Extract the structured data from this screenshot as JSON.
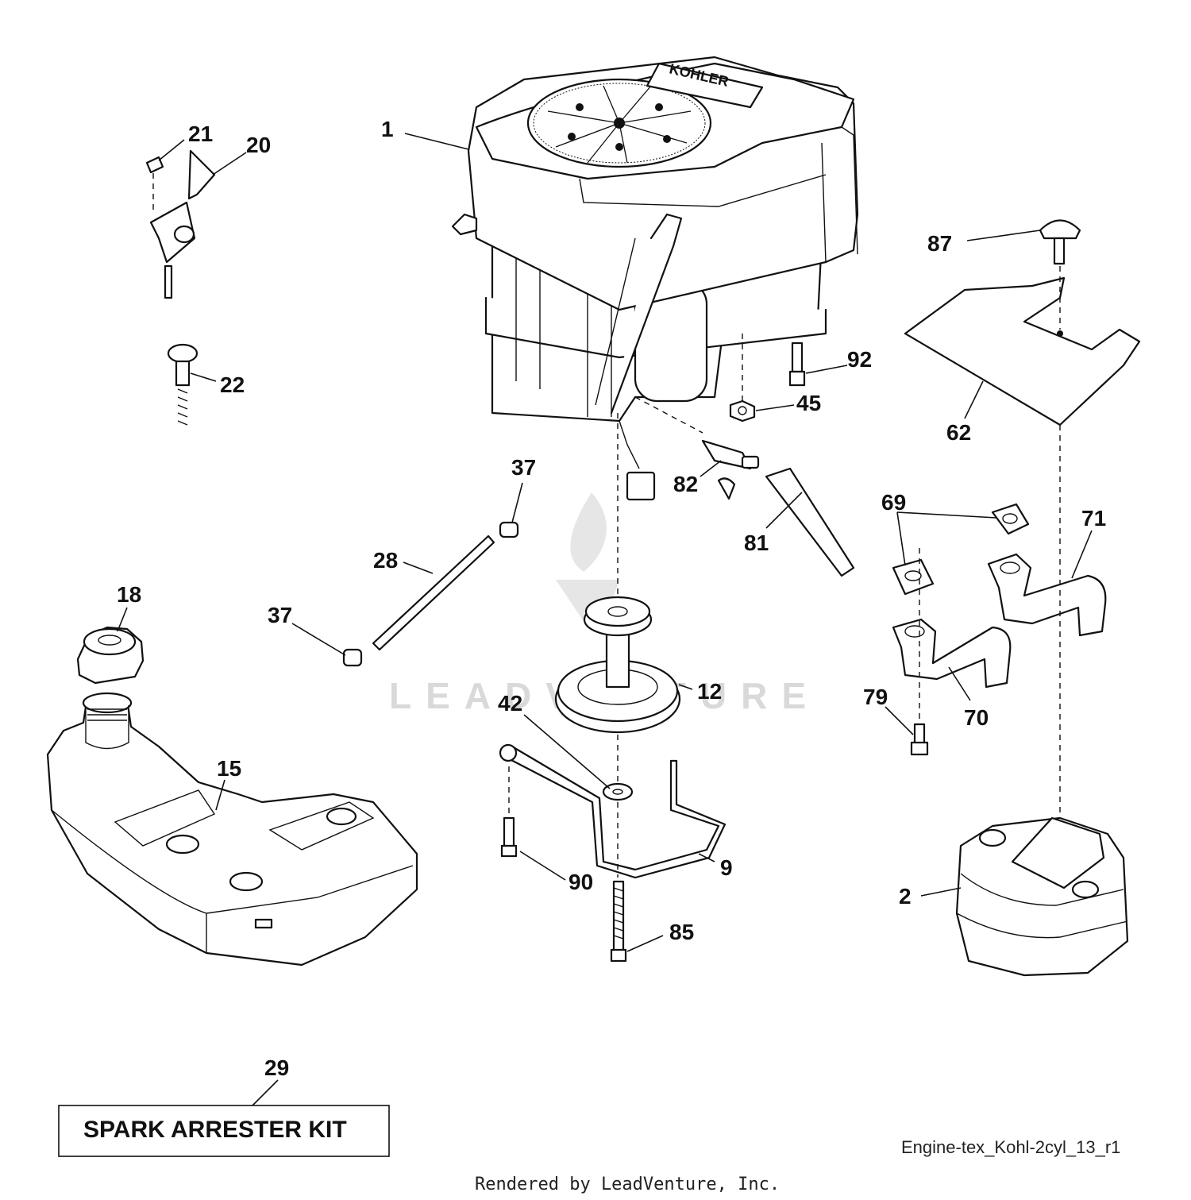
{
  "diagram": {
    "reference_code": "Engine-tex_Kohl-2cyl_13_r1",
    "rendered_by": "Rendered by LeadVenture, Inc.",
    "watermark_text": "LEADVENTURE",
    "kit_box": {
      "number": "29",
      "label": "SPARK ARRESTER KIT"
    },
    "callouts": {
      "p1": "1",
      "p2": "2",
      "p9": "9",
      "p12": "12",
      "p15": "15",
      "p18": "18",
      "p20": "20",
      "p21": "21",
      "p22": "22",
      "p28": "28",
      "p37a": "37",
      "p37b": "37",
      "p42": "42",
      "p45": "45",
      "p62": "62",
      "p69": "69",
      "p70": "70",
      "p71": "71",
      "p79": "79",
      "p81": "81",
      "p82": "82",
      "p85": "85",
      "p87": "87",
      "p90": "90",
      "p92": "92"
    },
    "engine_brand_mark": "KOHLER"
  }
}
